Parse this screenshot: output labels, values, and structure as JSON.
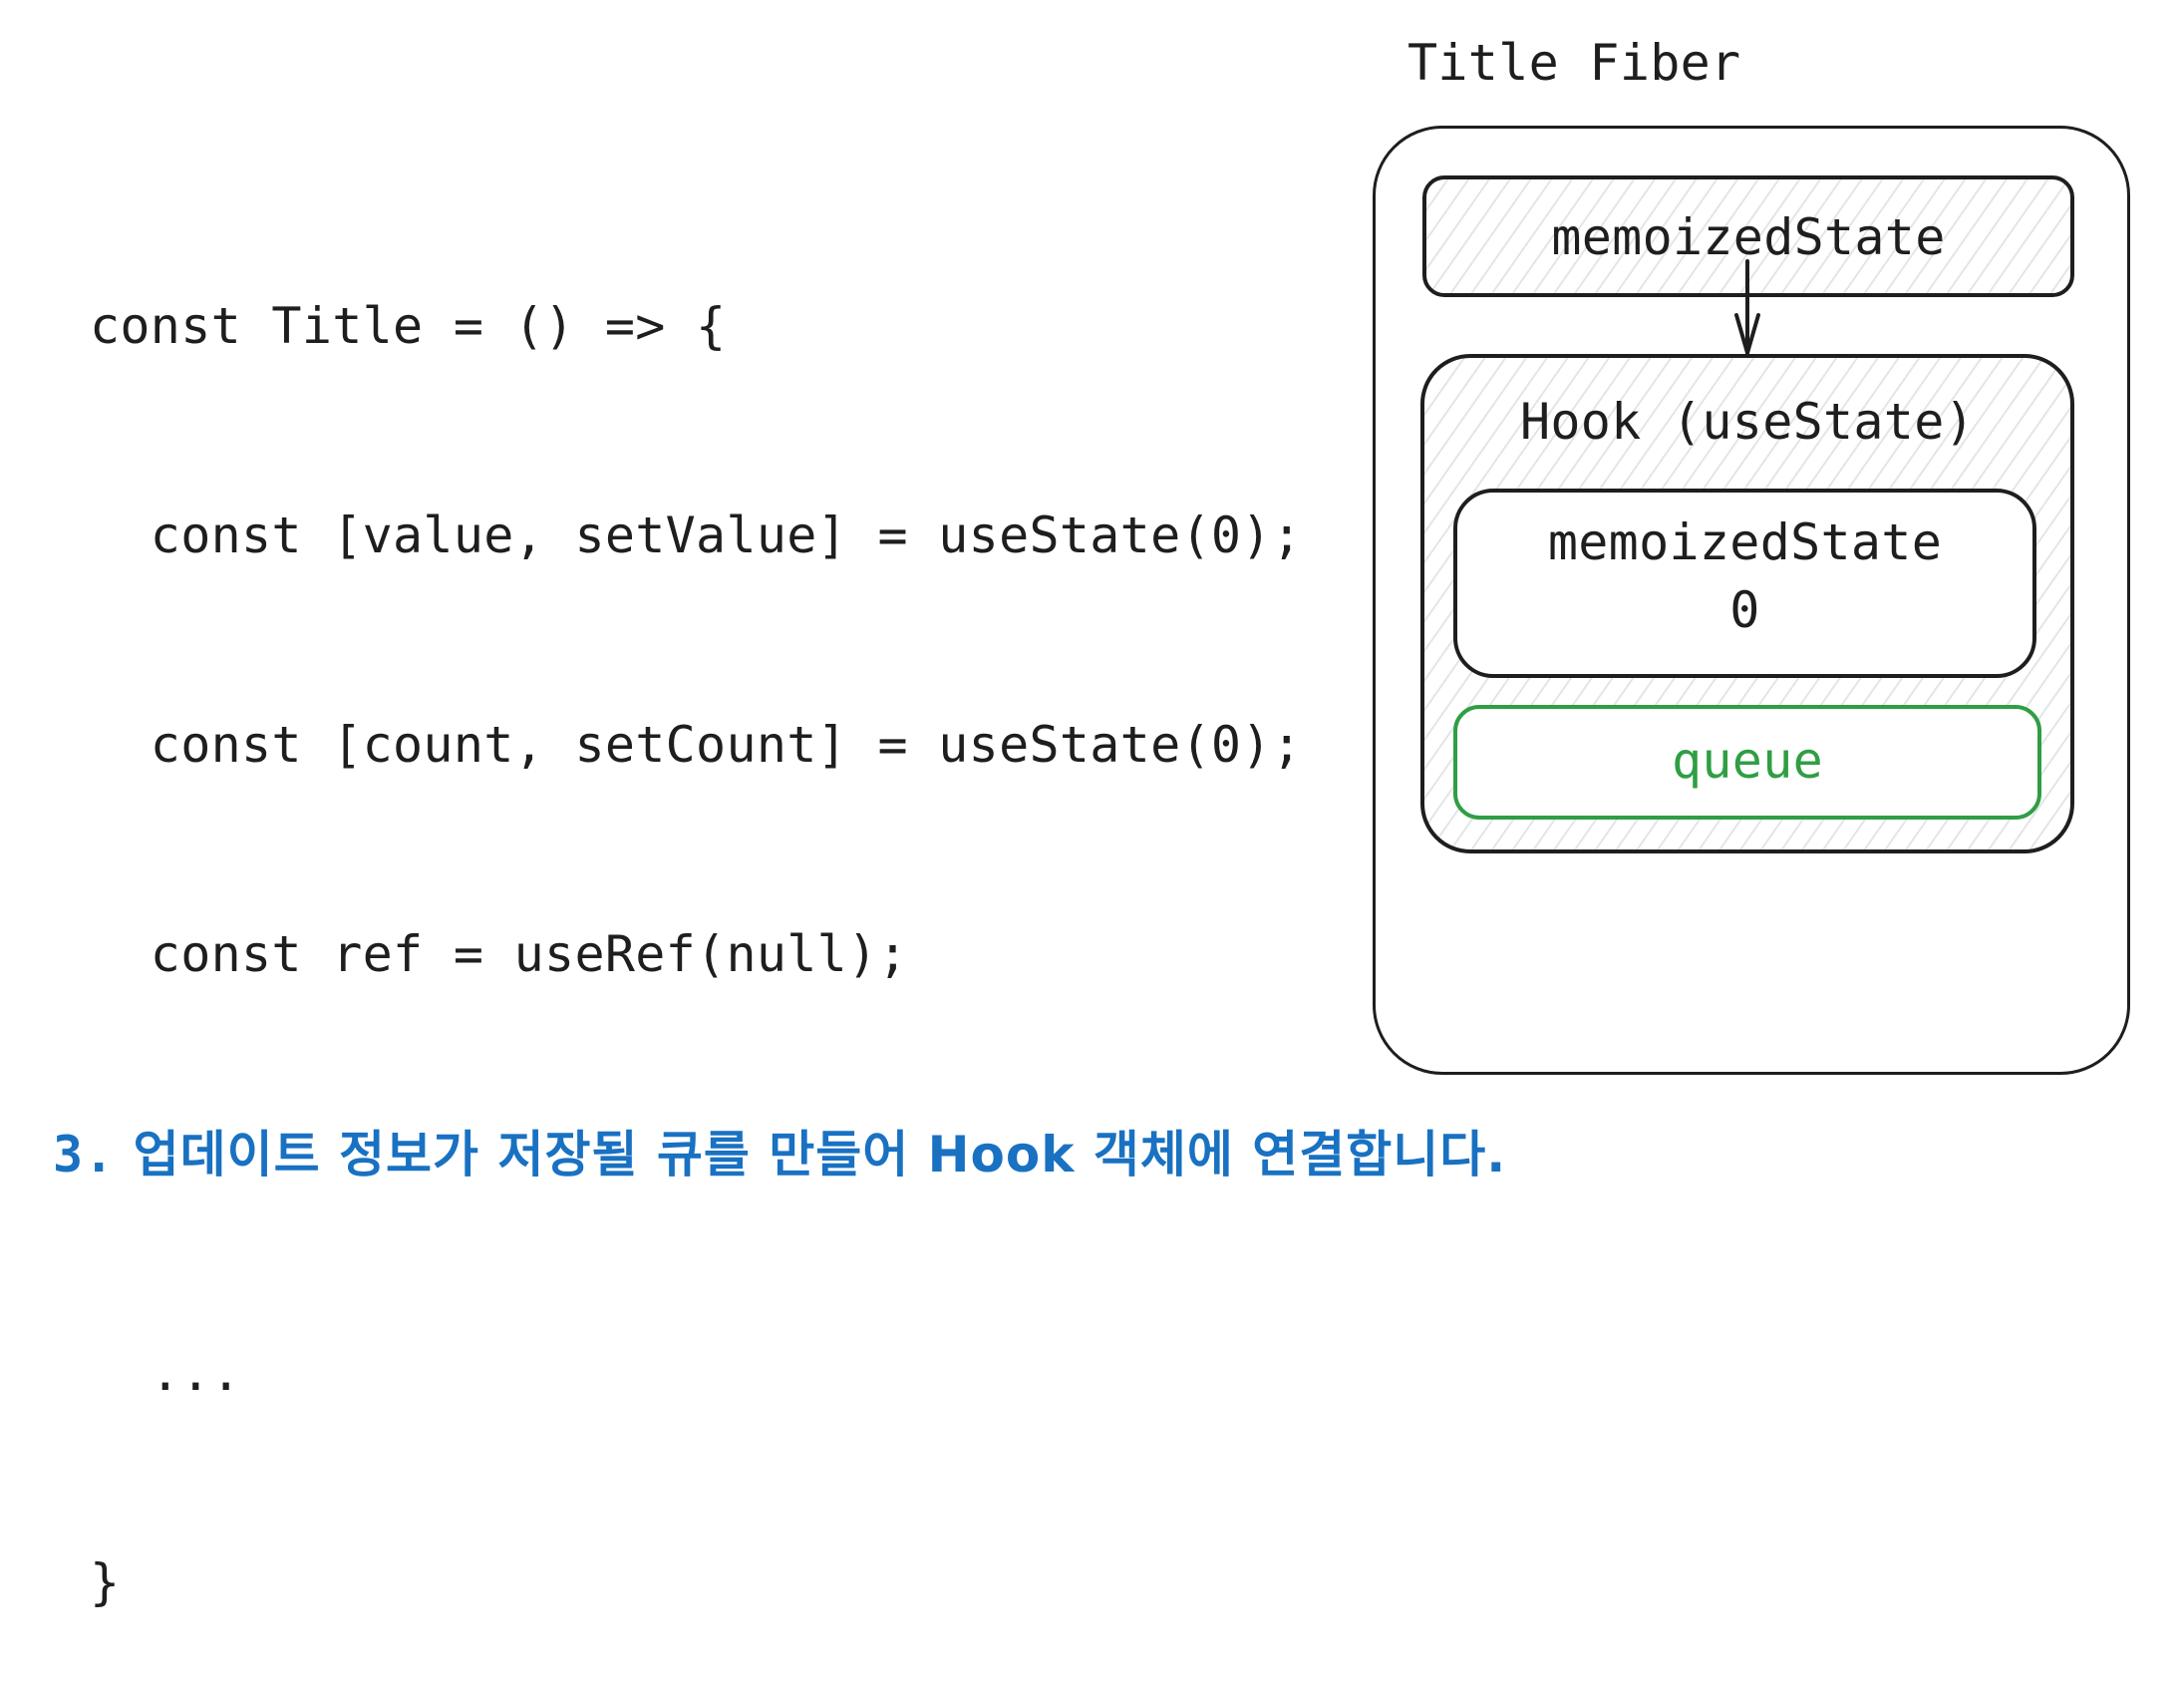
{
  "code": {
    "lines": [
      "const Title = () => {",
      "  const [value, setValue] = useState(0);",
      "  const [count, setCount] = useState(0);",
      "  const ref = useRef(null);",
      "",
      "  ...",
      "}"
    ]
  },
  "fiber": {
    "title": "Title Fiber",
    "top_field": "memoizedState",
    "hook": {
      "title": "Hook (useState)",
      "memoized_state_label": "memoizedState",
      "memoized_state_value": "0",
      "queue_label": "queue"
    },
    "arrow": "memoizedState-to-hook"
  },
  "caption": {
    "number": "3.",
    "text": "업데이트 정보가 저장될 큐를 만들어 Hook 객체에 연결합니다."
  },
  "colors": {
    "stroke": "#1e1e1e",
    "queue_green": "#2f9e44",
    "caption_blue": "#1971c2",
    "hatch": "#e3e5e8"
  }
}
